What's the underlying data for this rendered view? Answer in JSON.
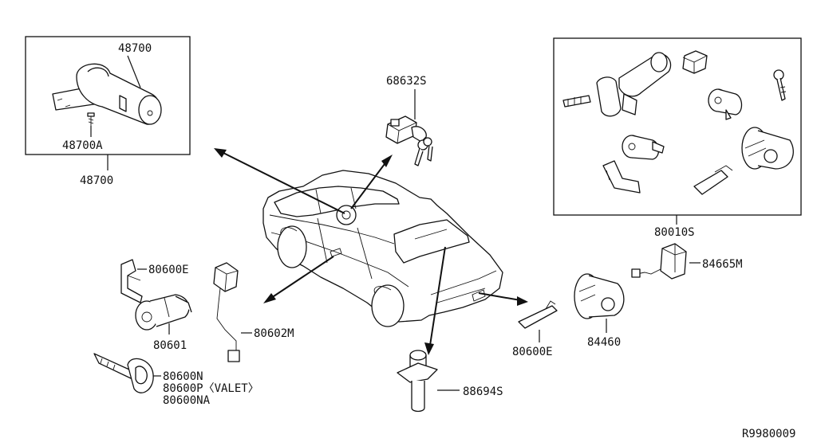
{
  "labels": {
    "box_left_top": "48700",
    "box_left_screw": "48700A",
    "box_left_bottom": "48700",
    "ignition_switch": "68632S",
    "kit_right": "80010S",
    "harness_right": "84665M",
    "trunk_lock": "84460",
    "rod_right": "80600E",
    "trunk_opener": "88694S",
    "bracket_left": "80600E",
    "door_lock": "80601",
    "harness_left": "80602M",
    "key_1": "80600N",
    "key_2": "80600P〈VALET〉",
    "key_3": "80600NA",
    "ref_code": "R9980009"
  }
}
